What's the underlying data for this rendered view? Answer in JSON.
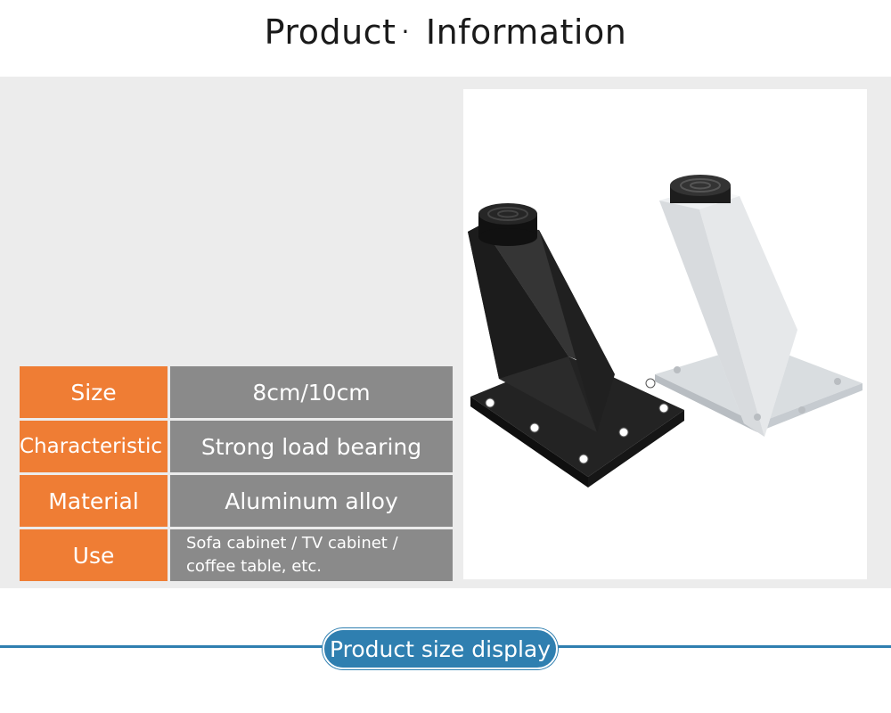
{
  "header": {
    "title_left": "Product",
    "title_dot": "·",
    "title_right": "Information"
  },
  "specs": [
    {
      "label": "Size",
      "value": "8cm/10cm"
    },
    {
      "label": "Characteristic",
      "value": "Strong load bearing"
    },
    {
      "label": "Material",
      "value": "Aluminum alloy"
    },
    {
      "label": "Use",
      "value_line1": "Sofa cabinet / TV cabinet /",
      "value_line2": "coffee table, etc."
    }
  ],
  "section": {
    "label": "Product size display"
  },
  "colors": {
    "accent_orange": "#ef7d34",
    "value_gray": "#8a8a8a",
    "band_gray": "#ececec",
    "pill_blue": "#2f7fb0"
  },
  "product_image": {
    "items": [
      "black-furniture-leg",
      "white-furniture-leg"
    ]
  }
}
